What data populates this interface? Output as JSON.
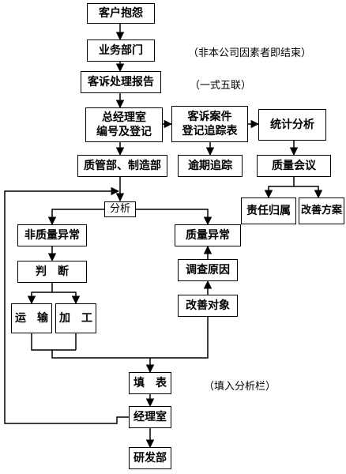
{
  "nodes": {
    "complaint": "客户抱怨",
    "sales": "业务部门",
    "report": "客诉处理报告",
    "gm_office": "总经理室\n编号及登记",
    "tracking": "客诉案件\n登记追踪表",
    "statistics": "统计分析",
    "qc_mfg": "质管部、制造部",
    "overdue": "逾期追踪",
    "quality_meeting": "质量会议",
    "analysis": "分析",
    "responsibility": "责任归属",
    "improvement_plan": "改善方案",
    "non_quality": "非质量异常",
    "quality_abnormal": "质量异常",
    "judge": "判　断",
    "investigate": "调查原因",
    "transport": "运　输",
    "process": "加　工",
    "improve_target": "改善对象",
    "fill_form": "填　表",
    "manager_office": "经理室",
    "rd": "研发部"
  },
  "notes": {
    "end_note": "（非本公司因素者即结束）",
    "copies_note": "（一式五联）",
    "fill_note": "（填入分析栏）"
  }
}
